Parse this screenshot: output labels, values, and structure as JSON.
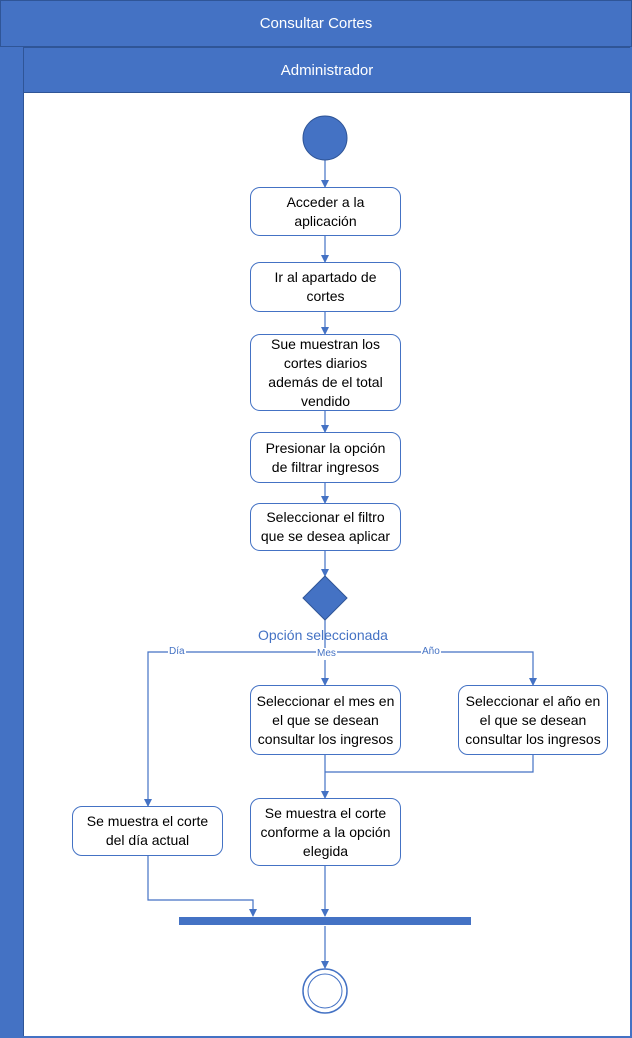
{
  "diagram": {
    "title": "Consultar Cortes",
    "lane": "Administrador",
    "decision_label": "Opción seleccionada",
    "guards": {
      "dia": "Día",
      "mes": "Mes",
      "anio": "Año"
    },
    "nodes": {
      "acceder": "Acceder a la\naplicación",
      "apartado": "Ir al apartado de\ncortes",
      "muestran": "Sue muestran los\ncortes diarios\nademás de el total\nvendido",
      "presionar": "Presionar la opción\nde filtrar ingresos",
      "seleccionar_filtro": "Seleccionar el filtro\nque se desea aplicar",
      "seleccionar_mes": "Seleccionar el mes en\nel que se desean\nconsultar los ingresos",
      "seleccionar_anio": "Seleccionar el año en\nel que se desean\nconsultar los ingresos",
      "corte_dia": "Se muestra el corte\ndel día actual",
      "corte_opcion": "Se muestra el corte\nconforme a la opción\nelegida"
    },
    "colors": {
      "accent": "#4472c4",
      "border": "#2f5597",
      "text": "#000000",
      "background": "#ffffff"
    }
  }
}
